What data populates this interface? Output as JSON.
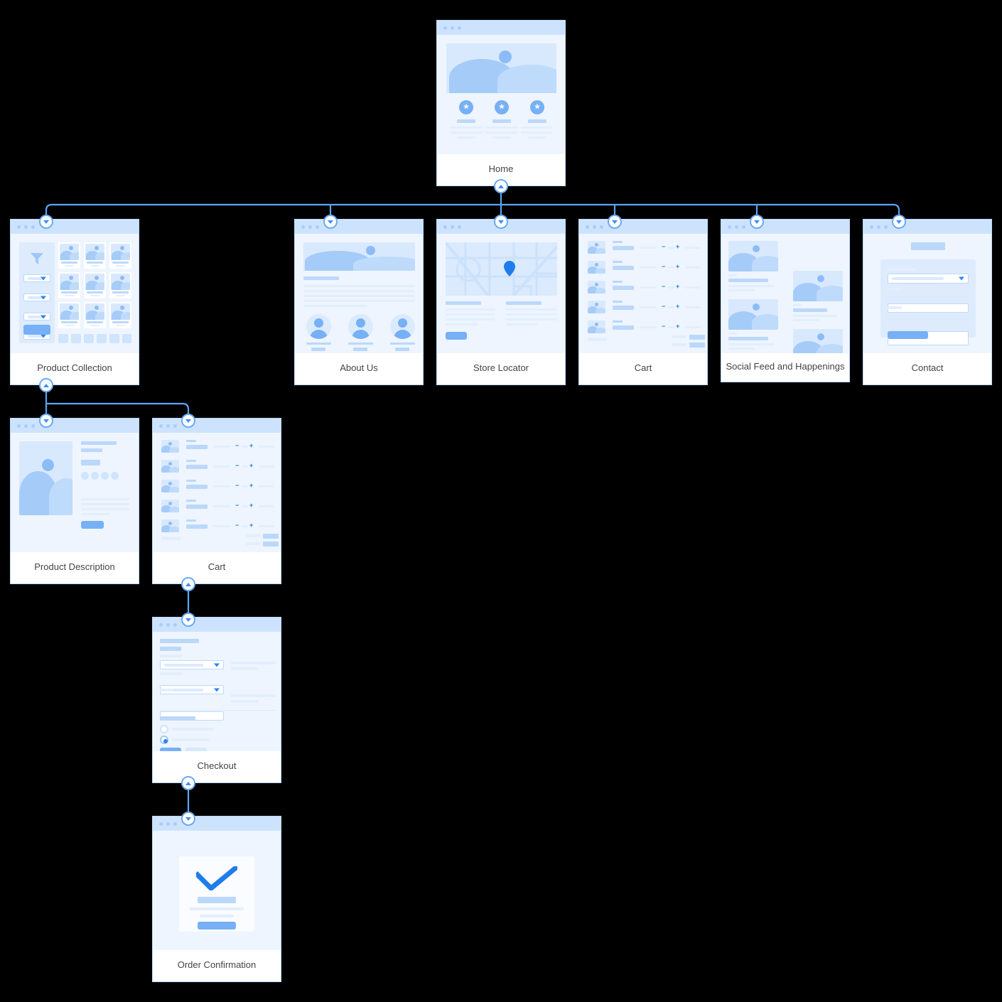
{
  "diagram": {
    "type": "sitemap-flowchart",
    "title": "E-commerce Website Sitemap",
    "background_color": "#000000",
    "accent_color": "#3d8ef5",
    "connector_color": "#5ba4f5",
    "card_border_color": "#bcd9fb"
  },
  "nodes": [
    {
      "id": "home",
      "label": "Home",
      "level": 0,
      "wireframe": "home"
    },
    {
      "id": "product-collection",
      "label": "Product Collection",
      "level": 1,
      "wireframe": "collection"
    },
    {
      "id": "about-us",
      "label": "About Us",
      "level": 1,
      "wireframe": "about"
    },
    {
      "id": "store-locator",
      "label": "Store Locator",
      "level": 1,
      "wireframe": "map"
    },
    {
      "id": "cart-top",
      "label": "Cart",
      "level": 1,
      "wireframe": "cart"
    },
    {
      "id": "social-feed",
      "label": "Social Feed and Happenings",
      "level": 1,
      "wireframe": "feed"
    },
    {
      "id": "contact",
      "label": "Contact",
      "level": 1,
      "wireframe": "contact"
    },
    {
      "id": "product-description",
      "label": "Product Description",
      "level": 2,
      "wireframe": "pdp"
    },
    {
      "id": "cart-sub",
      "label": "Cart",
      "level": 2,
      "wireframe": "cart"
    },
    {
      "id": "checkout",
      "label": "Checkout",
      "level": 3,
      "wireframe": "checkout"
    },
    {
      "id": "order-confirmation",
      "label": "Order Confirmation",
      "level": 4,
      "wireframe": "confirm"
    }
  ],
  "edges": [
    {
      "from": "home",
      "to": "product-collection"
    },
    {
      "from": "home",
      "to": "about-us"
    },
    {
      "from": "home",
      "to": "store-locator"
    },
    {
      "from": "home",
      "to": "cart-top"
    },
    {
      "from": "home",
      "to": "social-feed"
    },
    {
      "from": "home",
      "to": "contact"
    },
    {
      "from": "product-collection",
      "to": "product-description"
    },
    {
      "from": "product-collection",
      "to": "cart-sub"
    },
    {
      "from": "cart-sub",
      "to": "checkout"
    },
    {
      "from": "checkout",
      "to": "order-confirmation"
    }
  ],
  "ports": {
    "out_icon": "triangle-up-icon",
    "in_icon": "triangle-down-icon"
  }
}
